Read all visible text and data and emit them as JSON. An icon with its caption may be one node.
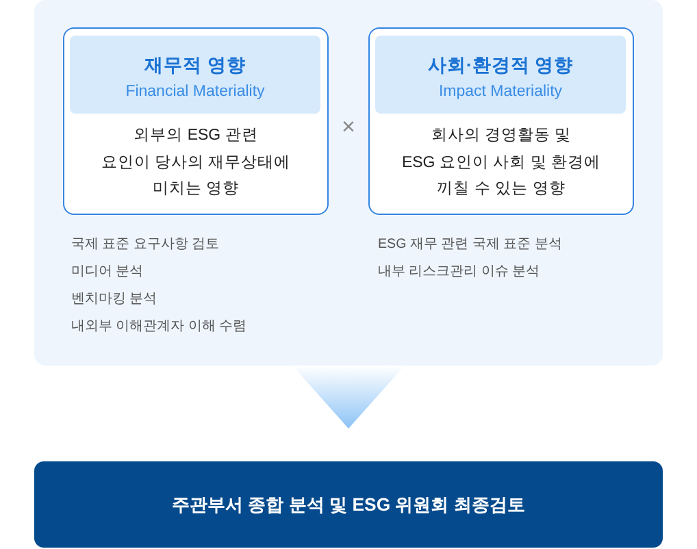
{
  "diagram": {
    "nodes": [
      {
        "text": [],
        "shape": "box"
      },
      {
        "text": [
          "외부의 ESG 관련 요인이 당사의 재무상태에 미치는 영향"
        ],
        "in": 0,
        "beside": [
          "국제 표준 요구사항 검토",
          "미디어 분석",
          "벤치마킹 분석",
          "내외부 이해관계자 이해 수렴"
        ]
      },
      {
        "text": [
          "재무적 영향",
          "Financial Materiality"
        ],
        "in": 1
      },
      {
        "text": [
          "회사의 경영활동 및 ESG 요인이 사회 및 환경에 끼칠 수 있는 영향"
        ],
        "in": 0,
        "beside": [
          "ESG 재무 관련 국제 표준 분석",
          "내부 리스크관리 이슈 분석"
        ]
      },
      {
        "text": [
          "사회·환경적 영향",
          "Impact Materiality"
        ],
        "in": 3
      },
      {
        "text": [
          "주관부서 종합 분석 및 ESG 위원회 최종검토"
        ]
      }
    ],
    "edges": [
      {
        "from": 0,
        "to": 5,
        "arrow": "to"
      }
    ],
    "labels": [
      "×"
    ]
  }
}
